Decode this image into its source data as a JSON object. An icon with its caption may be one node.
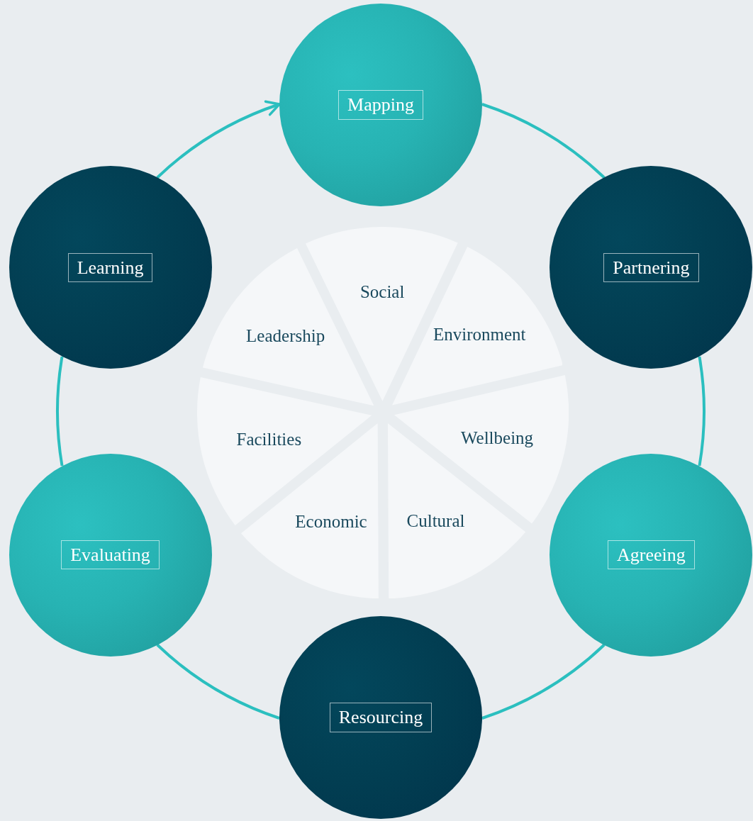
{
  "diagram": {
    "nodes": [
      {
        "text": [
          "Mapping"
        ]
      },
      {
        "text": [
          "Partnering"
        ]
      },
      {
        "text": [
          "Agreeing"
        ]
      },
      {
        "text": [
          "Resourcing"
        ]
      },
      {
        "text": [
          "Evaluating"
        ]
      },
      {
        "text": [
          "Learning"
        ]
      },
      {
        "text": [
          "Social"
        ]
      },
      {
        "text": [
          "Environment"
        ]
      },
      {
        "text": [
          "Wellbeing"
        ]
      },
      {
        "text": [
          "Cultural"
        ]
      },
      {
        "text": [
          "Economic"
        ]
      },
      {
        "text": [
          "Facilities"
        ]
      },
      {
        "text": [
          "Leadership"
        ]
      }
    ],
    "edges": [
      {
        "from": 0,
        "to": 1,
        "arrow": "none"
      },
      {
        "from": 1,
        "to": 2,
        "arrow": "none"
      },
      {
        "from": 2,
        "to": 3,
        "arrow": "none"
      },
      {
        "from": 3,
        "to": 4,
        "arrow": "none"
      },
      {
        "from": 4,
        "to": 5,
        "arrow": "none"
      },
      {
        "from": 5,
        "to": 0,
        "arrow": "to"
      }
    ]
  }
}
